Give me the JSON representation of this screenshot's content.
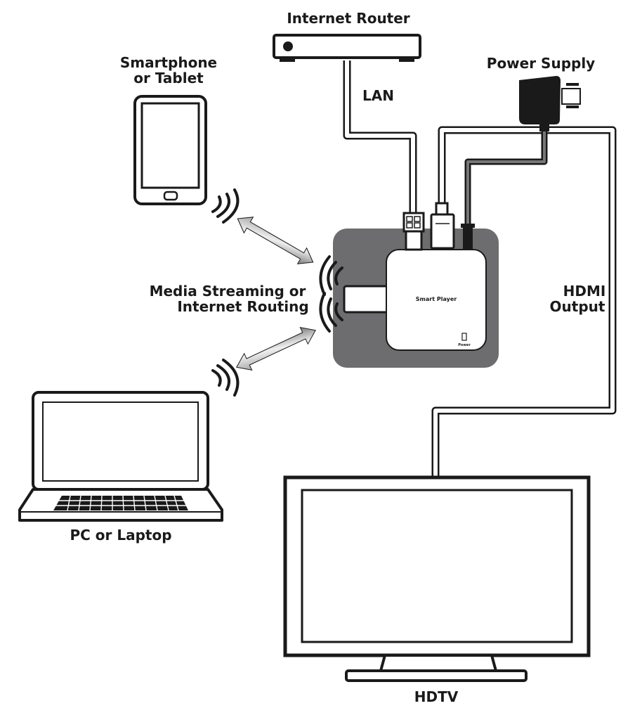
{
  "labels": {
    "router": "Internet Router",
    "lan": "LAN",
    "power_supply": "Power Supply",
    "smartphone_line1": "Smartphone",
    "smartphone_line2": "or Tablet",
    "streaming_line1": "Media Streaming or",
    "streaming_line2": "Internet Routing",
    "hdmi_line1": "HDMI",
    "hdmi_line2": "Output",
    "player": "Smart Player",
    "power_button": "Power",
    "laptop": "PC or Laptop",
    "hdtv": "HDTV"
  }
}
